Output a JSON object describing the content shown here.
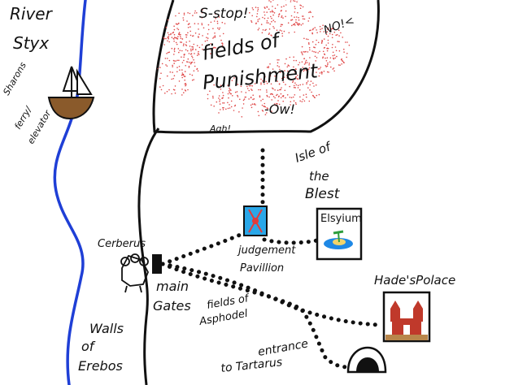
{
  "labels": {
    "river": [
      "River",
      "Styx"
    ],
    "ferry": [
      "Sharons",
      "ferry/",
      "elevator"
    ],
    "cerberus": "Cerberus",
    "gates": [
      "main",
      "Gates"
    ],
    "walls": [
      "Walls",
      "of",
      "Erebos"
    ],
    "punishment_title": [
      "fields of",
      "Punishment"
    ],
    "shout_stop": "S-stop!",
    "shout_no": "NO!<",
    "shout_ow": "-Ow!",
    "shout_agh": "Agh!",
    "isle": [
      "Isle of",
      "the",
      "Blest"
    ],
    "judgement": [
      "judgement",
      "Pavillion"
    ],
    "elsyium": "Elsyium",
    "hades": "Hade'sPolace",
    "asphodel": [
      "fields of",
      "Asphodel"
    ],
    "tartarus": [
      "entrance",
      "to Tartarus"
    ]
  },
  "colors": {
    "river": "#1f3fd6",
    "ink": "#111111",
    "punishment_dots": "#e04a4a",
    "boat_hull": "#8a5a2b",
    "palace_brick": "#c0392b",
    "palace_ground": "#b8864b",
    "pavilion_water": "#2aa7e8",
    "pavilion_red": "#e23b3b",
    "island_sea": "#1e88e5",
    "island_sand": "#f2d46b",
    "island_palm": "#2e9e3e"
  }
}
